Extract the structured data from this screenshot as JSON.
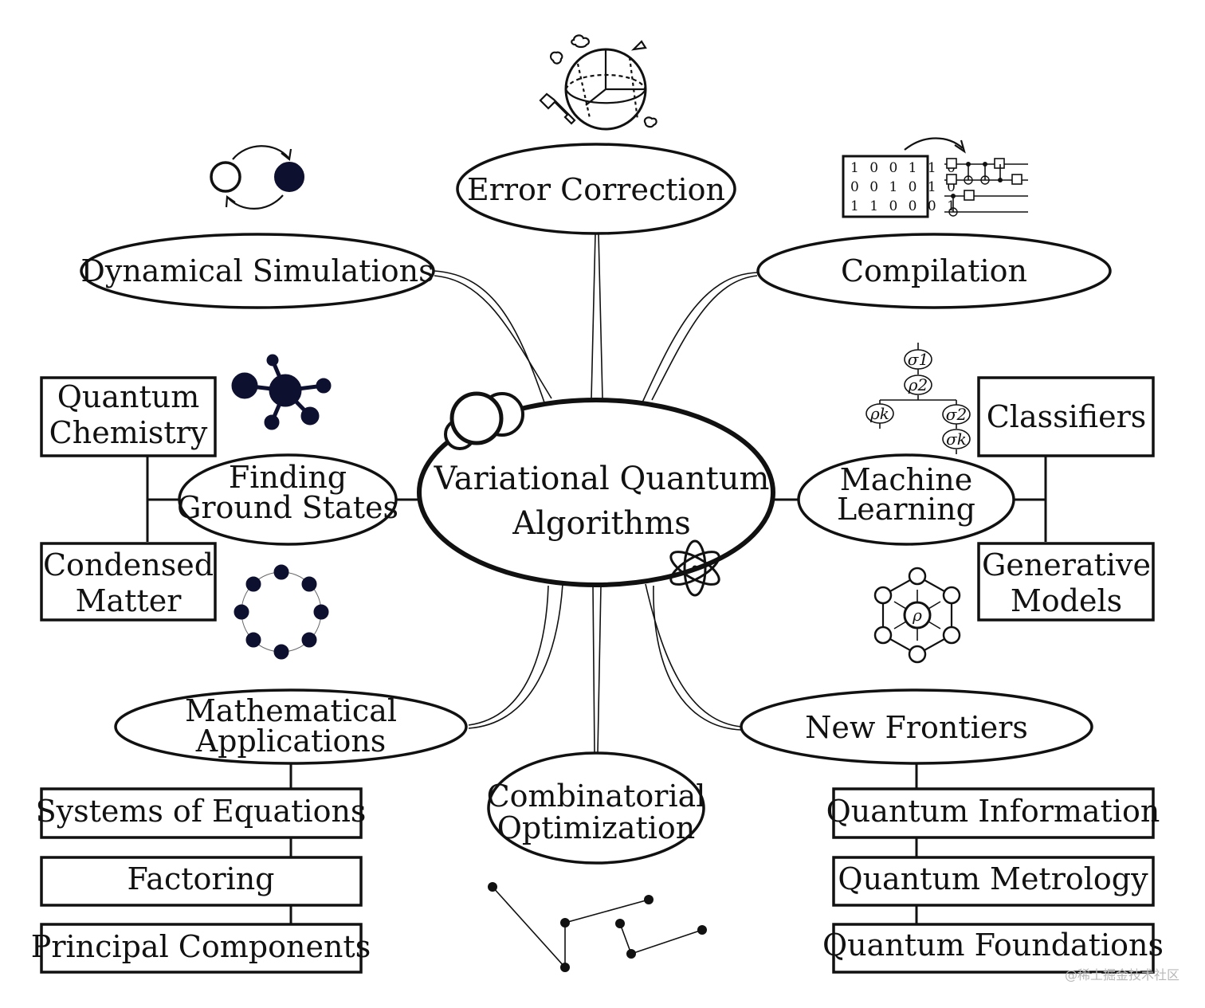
{
  "center": {
    "line1": "Variational Quantum",
    "line2": "Algorithms"
  },
  "error_correction": {
    "label": "Error Correction"
  },
  "dynamical_simulations": {
    "label": "Dynamical Simulations"
  },
  "compilation": {
    "label": "Compilation",
    "bits": [
      "1 0 0 1 1 0",
      "0 0 1 0 1 0",
      "1 1 0 0 0 1"
    ]
  },
  "finding_ground_states": {
    "line1": "Finding",
    "line2": "Ground States",
    "quantum_chemistry": {
      "line1": "Quantum",
      "line2": "Chemistry"
    },
    "condensed_matter": {
      "line1": "Condensed",
      "line2": "Matter"
    }
  },
  "machine_learning": {
    "line1": "Machine",
    "line2": "Learning",
    "fill": "#d8f6fb",
    "classifiers": "Classifiers",
    "generative_models": {
      "line1": "Generative",
      "line2": "Models"
    },
    "tree_symbols": {
      "s1": "σ1",
      "r2": "ρ2",
      "rk": "ρk",
      "s2": "σ2",
      "sk": "σk"
    },
    "rho": "ρ"
  },
  "mathematical_applications": {
    "line1": "Mathematical",
    "line2": "Applications",
    "items": [
      "Systems of Equations",
      "Factoring",
      "Principal Components"
    ]
  },
  "combinatorial_optimization": {
    "line1": "Combinatorial",
    "line2": "Optimization"
  },
  "new_frontiers": {
    "label": "New Frontiers",
    "items": [
      "Quantum Information",
      "Quantum Metrology",
      "Quantum Foundations"
    ]
  },
  "watermark": "@稀土掘金技术社区",
  "colors": {
    "node_dark": "#0e1030",
    "ml_fill": "#d8f6fb"
  }
}
